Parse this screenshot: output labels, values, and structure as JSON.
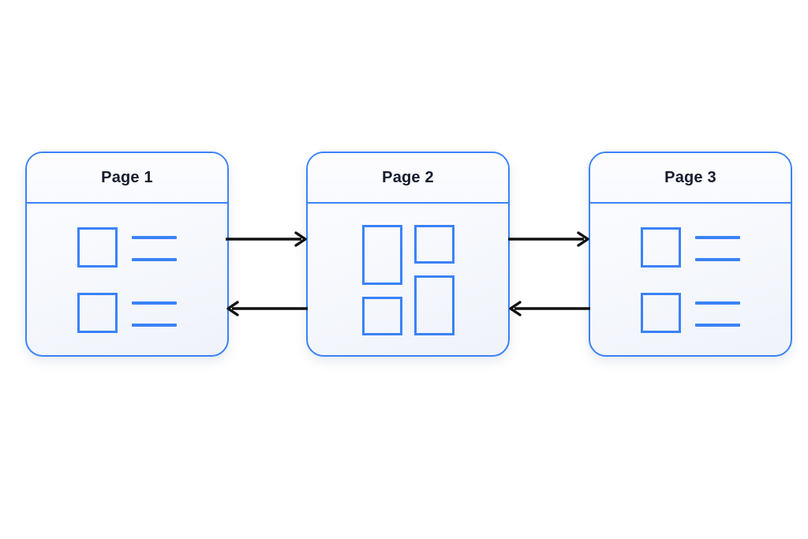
{
  "diagram": {
    "title": "Three page navigation flow",
    "background_color": "#ffffff",
    "accent_color": "#3b82f6",
    "title_color": "#151c2c",
    "arrow_color": "#111111",
    "cards": [
      {
        "id": "page-1",
        "title": "Page 1",
        "layout": "list",
        "rows": [
          {
            "thumb": "image-placeholder",
            "lines": 2
          },
          {
            "thumb": "image-placeholder",
            "lines": 2
          }
        ]
      },
      {
        "id": "page-2",
        "title": "Page 2",
        "layout": "masonry",
        "columns": [
          {
            "boxes": [
              "tall",
              "short"
            ]
          },
          {
            "boxes": [
              "short",
              "tall"
            ]
          }
        ]
      },
      {
        "id": "page-3",
        "title": "Page 3",
        "layout": "list",
        "rows": [
          {
            "thumb": "image-placeholder",
            "lines": 2
          },
          {
            "thumb": "image-placeholder",
            "lines": 2
          }
        ]
      }
    ],
    "connectors": [
      {
        "id": "page1-to-page2",
        "from": "page-1",
        "to": "page-2",
        "direction": "right",
        "icon": "arrow-right-icon"
      },
      {
        "id": "page2-to-page1",
        "from": "page-2",
        "to": "page-1",
        "direction": "left",
        "icon": "arrow-left-icon"
      },
      {
        "id": "page2-to-page3",
        "from": "page-2",
        "to": "page-3",
        "direction": "right",
        "icon": "arrow-right-icon"
      },
      {
        "id": "page3-to-page2",
        "from": "page-3",
        "to": "page-2",
        "direction": "left",
        "icon": "arrow-left-icon"
      }
    ]
  }
}
